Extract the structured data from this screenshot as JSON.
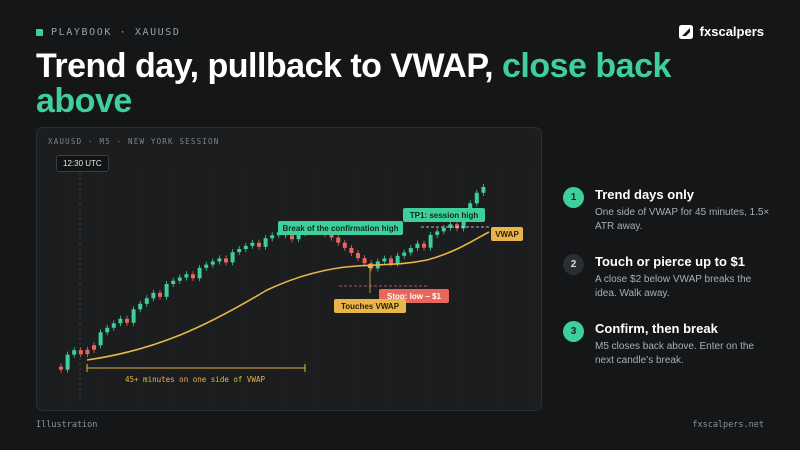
{
  "header": {
    "kicker": "PLAYBOOK · XAUUSD",
    "brand": "fxscalpers",
    "title_main": "Trend day, pullback to VWAP, ",
    "title_accent": "close back above"
  },
  "chart": {
    "label": "XAUUSD · M5 · NEW YORK SESSION",
    "time": "12:30 UTC",
    "annotations": {
      "break": "Break of the confirmation high",
      "tp1": "TP1: session high",
      "vwap": "VWAP",
      "stop": "Stop: low − $1",
      "touch": "Touches VWAP",
      "span": "45+ minutes on one side of VWAP"
    }
  },
  "steps": [
    {
      "num": "1",
      "title": "Trend days only",
      "text": "One side of VWAP for 45 minutes, 1.5× ATR away."
    },
    {
      "num": "2",
      "title": "Touch or pierce up to $1",
      "text": "A close $2 below VWAP breaks the idea. Walk away."
    },
    {
      "num": "3",
      "title": "Confirm, then break",
      "text": "M5 closes back above. Enter on the next candle’s break."
    }
  ],
  "footer": {
    "left": "Illustration",
    "right": "fxscalpers.net"
  },
  "colors": {
    "accent": "#3ecf9a",
    "bear": "#e8665c",
    "vwap": "#e8b548",
    "bg": "#141617",
    "panel": "#1b1d1f"
  }
}
